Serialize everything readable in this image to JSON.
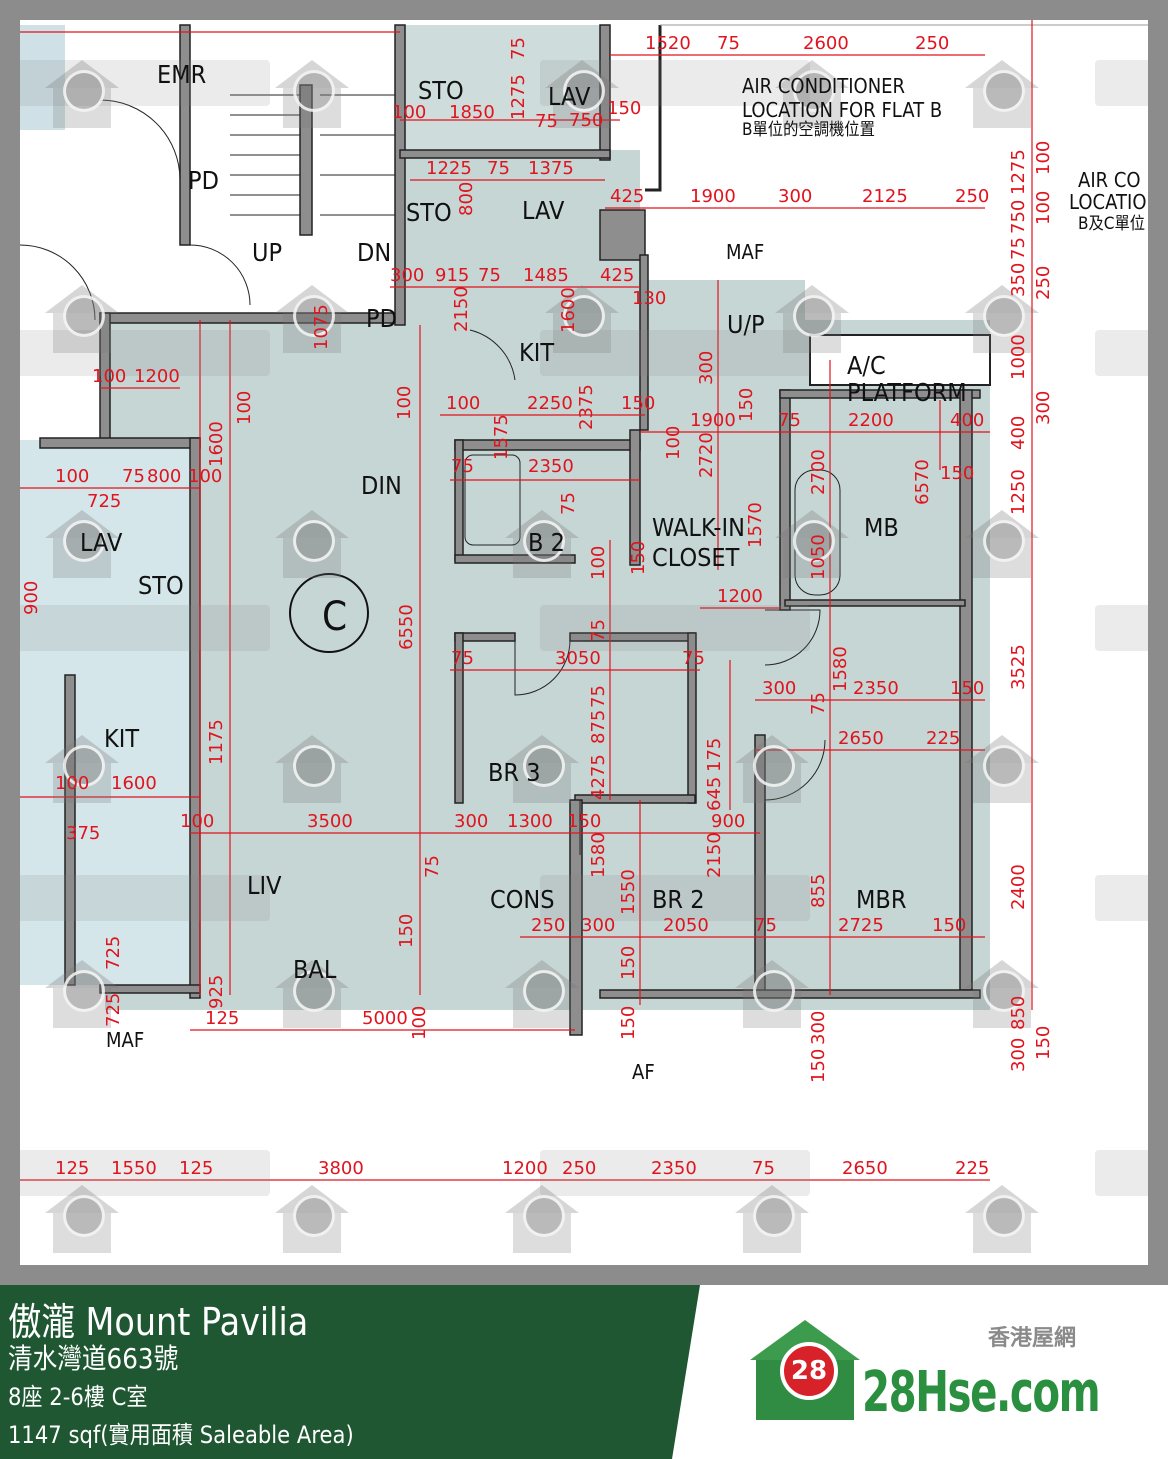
{
  "plan": {
    "rooms": [
      "EMR",
      "STO",
      "LAV",
      "PD",
      "UP",
      "DN",
      "STO",
      "LAV",
      "KIT",
      "PD",
      "U/P",
      "A/C",
      "PLATFORM",
      "DIN",
      "B 2",
      "WALK-IN",
      "CLOSET",
      "MB",
      "LAV",
      "STO",
      "KIT",
      "BR 3",
      "LIV",
      "CONS",
      "BR 2",
      "MBR",
      "BAL",
      "MAF",
      "MAF",
      "AF"
    ],
    "unit_mark": "C",
    "notes": [
      "AIR CONDITIONER",
      "LOCATION  FOR  FLAT  B",
      "B單位的空調機位置",
      "AIR  CO",
      "LOCATIO",
      "B及C單位"
    ],
    "dimensions": [
      "1520",
      "75",
      "2600",
      "250",
      "100",
      "1850",
      "75",
      "750",
      "150",
      "1225",
      "75",
      "1375",
      "425",
      "1900",
      "300",
      "2125",
      "250",
      "300",
      "915",
      "75",
      "1485",
      "425",
      "130",
      "100",
      "1200",
      "100",
      "2250",
      "150",
      "1900",
      "75",
      "2200",
      "400",
      "100",
      "75",
      "800",
      "100",
      "725",
      "75",
      "2350",
      "150",
      "1200",
      "75",
      "3050",
      "75",
      "300",
      "2350",
      "150",
      "2650",
      "225",
      "100",
      "1600",
      "100",
      "3500",
      "300",
      "1300",
      "150",
      "900",
      "375",
      "250",
      "300",
      "2050",
      "75",
      "2725",
      "150",
      "125",
      "5000",
      "125",
      "1550",
      "125",
      "3800",
      "1200",
      "250",
      "2350",
      "75",
      "2650",
      "225"
    ],
    "vertical_dimensions": [
      "1275",
      "75",
      "100",
      "1275",
      "100",
      "750",
      "75",
      "250",
      "350",
      "1000",
      "300",
      "400",
      "1250",
      "3525",
      "2400",
      "850",
      "300",
      "150",
      "1075",
      "100",
      "1600",
      "100",
      "1575",
      "2375",
      "1600",
      "2150",
      "800",
      "300",
      "150",
      "100",
      "2720",
      "1570",
      "100",
      "75",
      "150",
      "2700",
      "1050",
      "6570",
      "6550",
      "1175",
      "900",
      "75",
      "75",
      "875",
      "75",
      "1580",
      "175",
      "645",
      "2150",
      "4275",
      "855",
      "1550",
      "150",
      "150",
      "75",
      "1580",
      "150",
      "725",
      "725",
      "925",
      "100",
      "300",
      "150"
    ]
  },
  "watermark": "28Hse.com",
  "watermark_badge": "28",
  "footer": {
    "title": "傲瀧 Mount Pavilia",
    "address": "清水灣道663號",
    "unit": "8座 2-6樓 C室",
    "area": "1147 sqf(實用面積 Saleable Area)",
    "brand_cn": "香港屋網",
    "brand_badge": "28",
    "brand_name": "28Hse.com"
  },
  "colors": {
    "floor": "#c6d6d5",
    "left_floor": "#d4e6ea",
    "wall": "#8e8e8e",
    "dimension": "#e0141e",
    "footer_green": "#1e5732",
    "brand_green": "#2a8f3f"
  }
}
